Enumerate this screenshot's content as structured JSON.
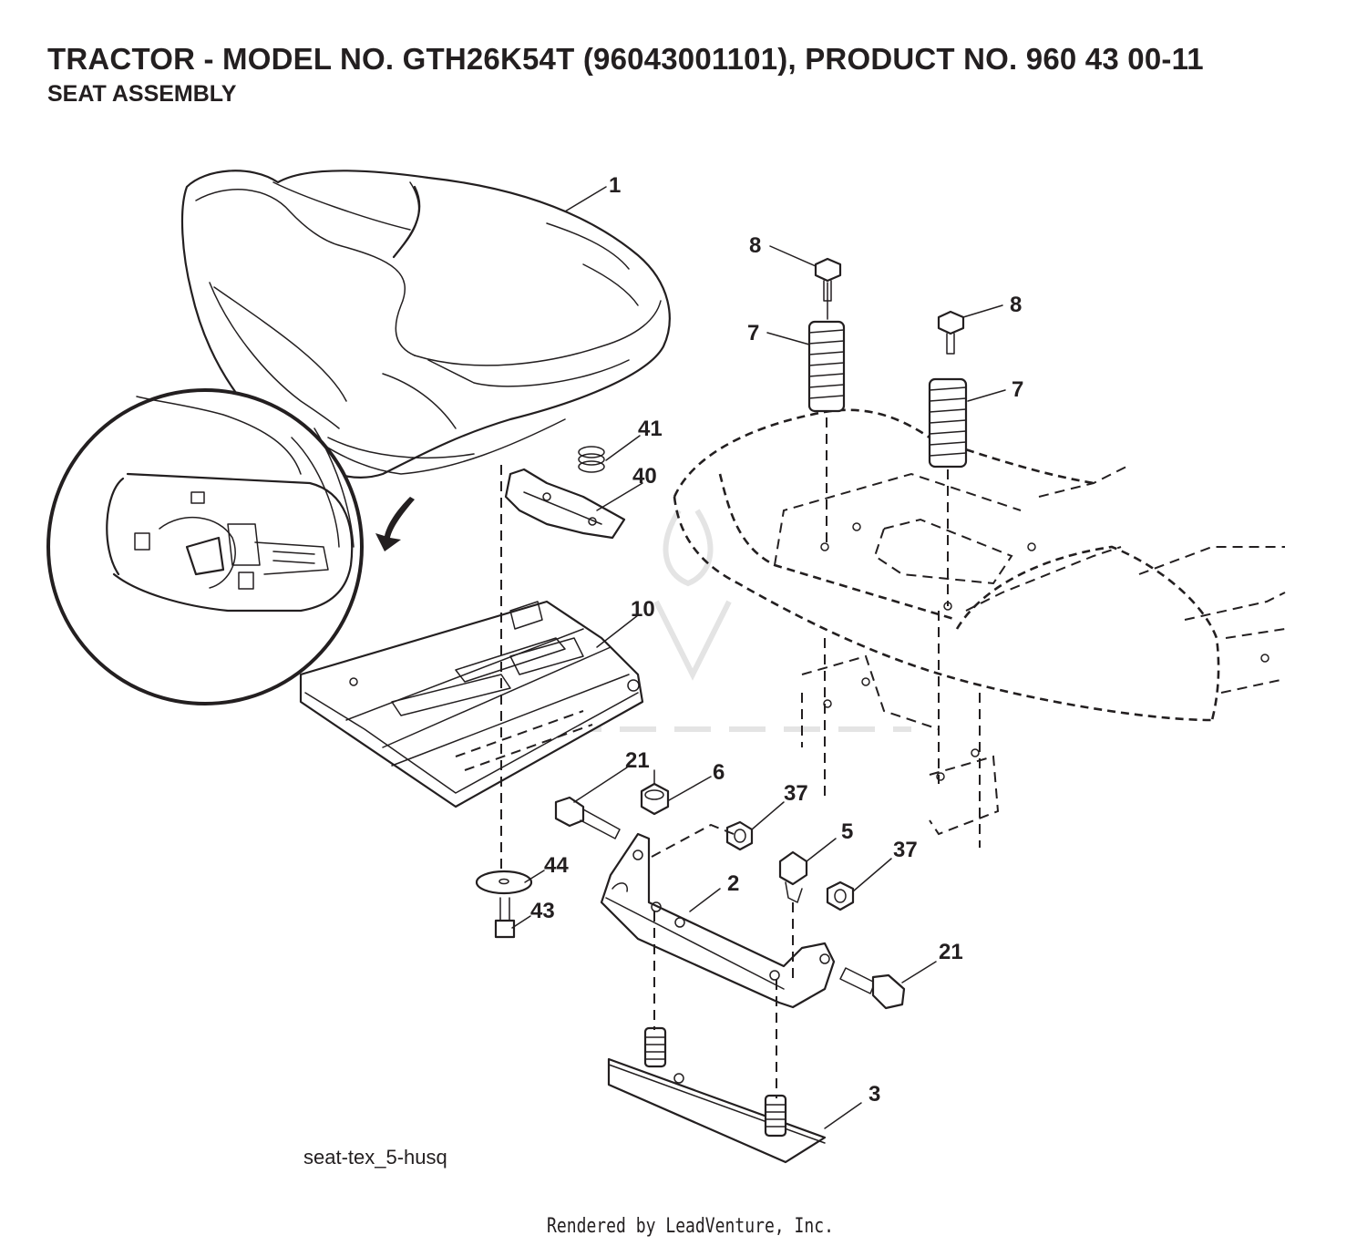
{
  "header": {
    "title": "TRACTOR - MODEL NO. GTH26K54T (96043001101), PRODUCT NO. 960 43 00-11",
    "subtitle": "SEAT ASSEMBLY"
  },
  "diagram": {
    "code": "seat-tex_5-husq",
    "callouts": {
      "c1": "1",
      "c2": "2",
      "c3": "3",
      "c5": "5",
      "c6": "6",
      "c7a": "7",
      "c7b": "7",
      "c8a": "8",
      "c8b": "8",
      "c10": "10",
      "c21a": "21",
      "c21b": "21",
      "c37a": "37",
      "c37b": "37",
      "c40": "40",
      "c41": "41",
      "c43": "43",
      "c44": "44"
    }
  },
  "footer": {
    "credit": "Rendered by LeadVenture, Inc."
  }
}
